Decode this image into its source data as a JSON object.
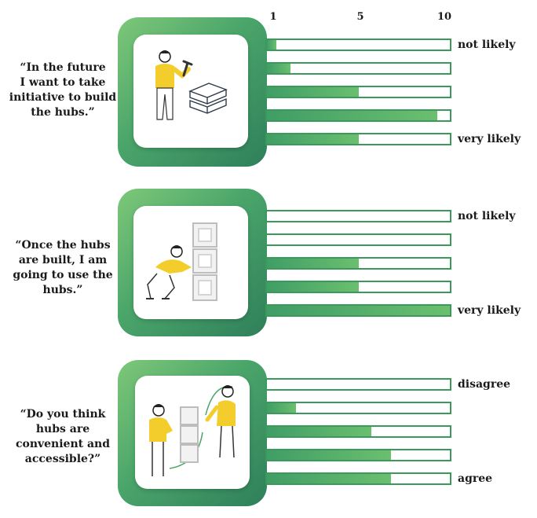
{
  "chart_data": {
    "type": "bar",
    "orientation": "horizontal",
    "x_ticks": [
      "1",
      "5",
      "10"
    ],
    "x_range": [
      0,
      10
    ],
    "groups": [
      {
        "quote": "“In the future I want to take initiative to build the hubs.”",
        "quote_lines": [
          "“In the future",
          "I want to take",
          "initiative to build",
          "the hubs.”"
        ],
        "low_label": "not likely",
        "high_label": "very likely",
        "values": [
          0.5,
          1.3,
          5,
          9.3,
          5
        ]
      },
      {
        "quote": "“Once the hubs are built, I am going to use the hubs.”",
        "quote_lines": [
          "“Once the hubs",
          "are built, I am",
          "going to use the",
          "hubs.”"
        ],
        "low_label": "not likely",
        "high_label": "very likely",
        "values": [
          0,
          0,
          5,
          5,
          10
        ]
      },
      {
        "quote": "“Do you think hubs are convenient and accessible?”",
        "quote_lines": [
          "“Do you think",
          "hubs are",
          "convenient and",
          "accessible?”"
        ],
        "low_label": "disagree",
        "high_label": "agree",
        "values": [
          0,
          1.6,
          5.7,
          6.8,
          6.8
        ]
      }
    ]
  },
  "colors": {
    "bar_fill_start": "#3f9d66",
    "bar_fill_end": "#6bbf6e",
    "bar_border": "#3a9a5c",
    "figure_shirt": "#f2cd2b"
  },
  "icons": [
    "person-with-hammer-icon",
    "person-pushing-boxes-icon",
    "two-people-boxes-icon"
  ]
}
